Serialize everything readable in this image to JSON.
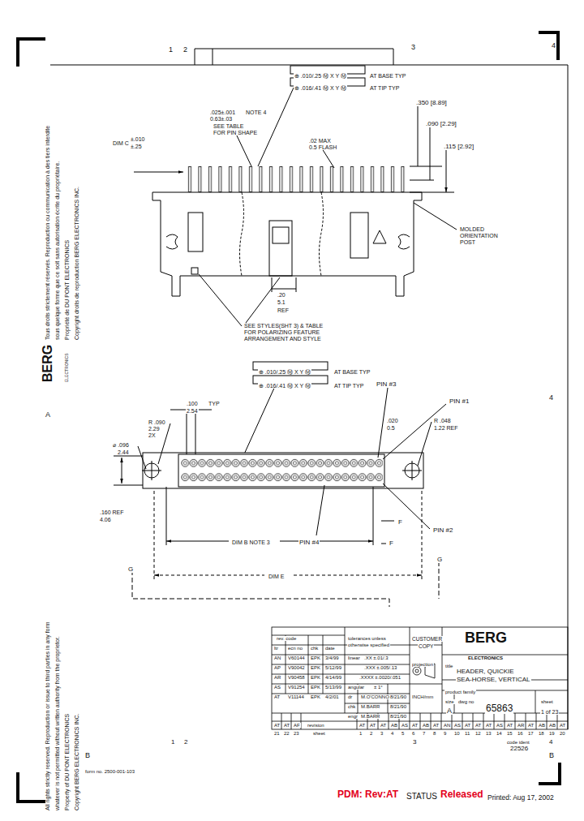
{
  "diagram": {
    "labels": [
      "1",
      "2",
      "3",
      "4",
      "⊕ .010/.25 Ⓜ X Y Ⓜ",
      "AT BASE TYP",
      "⊕ .016/.41 Ⓜ X Y Ⓜ",
      "AT TIP TYP",
      ".350 [8.89]",
      ".090 [2.29]",
      ".115 [2.92]",
      ".025±.001",
      "0.63±.03",
      "NOTE 4",
      "SEE TABLE",
      "FOR PIN SHAPE",
      "DIM C",
      "±.010",
      "±.25",
      ".02 MAX",
      "0.5 FLASH",
      "MOLDED",
      "ORIENTATION",
      "POST",
      ".20",
      "5.1",
      "REF",
      "SEE STYLES(SHT 3) & TABLE",
      "FOR POLARIZING FEATURE",
      "ARRANGEMENT AND STYLE",
      "⊕ .010/.25 Ⓜ X Y Ⓜ",
      "AT BASE TYP",
      "⊕ .016/.41 Ⓜ X Y Ⓜ",
      "AT TIP TYP",
      "PIN #3",
      "PIN #1",
      ".020",
      "0.5",
      "R .048",
      "1.22 REF",
      "4",
      ".100",
      "2.54",
      "TYP",
      "R .090",
      "2.29",
      "2X",
      "⌀ .096",
      "2.44",
      ".160 REF",
      "4.06",
      "PIN #4",
      "PIN #2",
      "DIM B NOTE 3",
      "F",
      "F",
      "DIM E",
      "G",
      "G",
      "A",
      "B",
      "B",
      "Tous droits strictement réservés. Reproduction ou communication à des tiers interdite",
      "sous quelque forme que ce soit sans autorisation écrite du propriétaire.",
      "Propriété de DU PONT ELECTRONICS",
      "Copyright droits de reproduction BERG ELECTRONICS INC.",
      "BERG",
      "ELECTRONICS",
      "All rights strictly reserved. Reproduction or issue to third parties in any form",
      "whatever is not permitted without written authority from the proprietor.",
      "Property of DU PONT ELECTRONICS",
      "Copyright BERG ELECTRONICS INC.",
      "rev. code",
      "ltr",
      "ecn no",
      "chk",
      "date",
      "AN",
      "V60144",
      "EPK",
      "3/4/99",
      "AP",
      "V90042",
      "EPK",
      "5/12/99",
      "AR",
      "V90458",
      "EPK",
      "4/14/99",
      "AS",
      "V91254",
      "EPK",
      "5/13/99",
      "AT",
      "V11144",
      "EPK",
      "4/2/01",
      "tolerances unless",
      "otherwise specified",
      "linear",
      ".XX ±.01/.3",
      ".XXX ±.005/.13",
      ".XXXX ±.0020/.051",
      "angular",
      "± 1°",
      "dr",
      "M.O'CONNOR",
      "8/21/90",
      "chk",
      "M.BARR",
      "8/21/90",
      "engr",
      "M.BARR",
      "8/21/90",
      "CUSTOMER",
      "COPY",
      "projection",
      "INCH/mm",
      "BERG",
      "ELECTRONICS",
      "title",
      "HEADER, QUICKIE",
      "SEA-HORSE, VERTICAL",
      "product family",
      "size",
      "dwg no",
      "A",
      "65863",
      "sheet",
      "1 of 23",
      "code ident",
      "22526",
      "AT",
      "AT",
      "AF",
      "21",
      "22",
      "23",
      "revision",
      "sheet",
      "AT",
      "AT",
      "AT",
      "AB",
      "AS",
      "AT",
      "AB",
      "AT",
      "AN",
      "AS",
      "AT",
      "AT",
      "AT",
      "AS",
      "AT",
      "AR",
      "AT",
      "AB",
      "AB",
      "AT",
      "1",
      "2",
      "3",
      "4",
      "5",
      "6",
      "7",
      "8",
      "9",
      "10",
      "11",
      "12",
      "13",
      "14",
      "15",
      "16",
      "17",
      "18",
      "19",
      "20",
      "1",
      "2",
      "3",
      "4",
      "form no. 2500-001-103",
      "PDM: Rev:AT",
      "STATUS",
      "Released",
      "Printed: Aug 17, 2002"
    ]
  }
}
